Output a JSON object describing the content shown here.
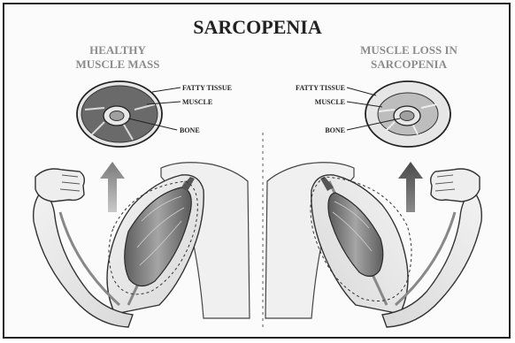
{
  "title": "SARCOPENIA",
  "left_panel": {
    "heading_line1": "HEALTHY",
    "heading_line2": "MUSCLE MASS",
    "labels": {
      "fatty_tissue": "FATTY TISSUE",
      "muscle": "MUSCLE",
      "bone": "BONE"
    }
  },
  "right_panel": {
    "heading_line1": "MUSCLE LOSS IN",
    "heading_line2": "SARCOPENIA",
    "labels": {
      "fatty_tissue": "FATTY TISSUE",
      "muscle": "MUSCLE",
      "bone": "BONE"
    }
  },
  "colors": {
    "heading": "#8c8c8c",
    "muscle_dark": "#6a6a6a",
    "muscle_light": "#9a9a9a",
    "fat": "#d7d7d7",
    "arrow": "#8a8a8a",
    "outline": "#2a2a2a"
  }
}
